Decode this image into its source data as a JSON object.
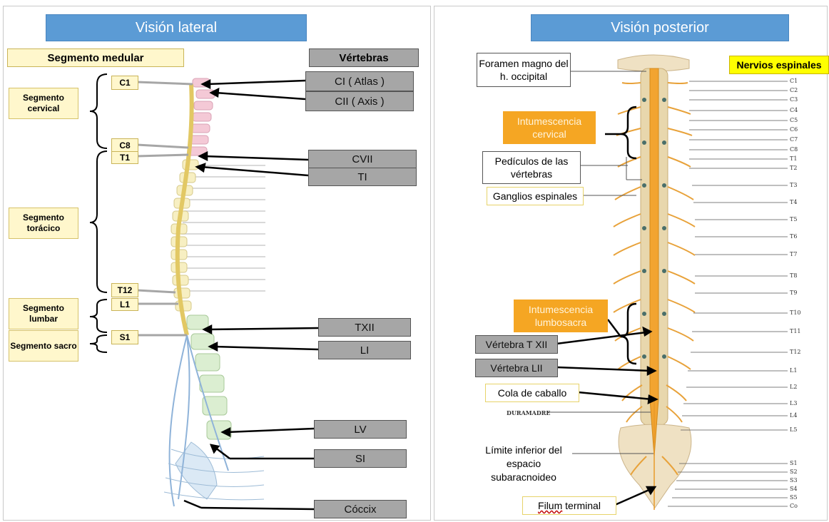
{
  "lateral": {
    "title": "Visión lateral",
    "segment_header": "Segmento medular",
    "vertebrae_header": "Vértebras",
    "segments": {
      "cervical": "Segmento cervical",
      "toracico": "Segmento torácico",
      "lumbar": "Segmento lumbar",
      "sacro": "Segmento sacro"
    },
    "levels": {
      "c1": "C1",
      "c8": "C8",
      "t1": "T1",
      "t12": "T12",
      "l1": "L1",
      "s1": "S1"
    },
    "vertebrae": {
      "atlas": "CI  ( Atlas )",
      "axis": "CII  ( Axis )",
      "cvii": "CVII",
      "ti": "TI",
      "txii": "TXII",
      "li": "LI",
      "lv": "LV",
      "si": "SI",
      "coccix": "Cóccix"
    }
  },
  "posterior": {
    "title": "Visión  posterior",
    "nerves_header": "Nervios espinales",
    "labels": {
      "foramen": "Foramen magno del h. occipital",
      "int_cervical": "Intumescencia cervical",
      "pediculos": "Pedículos  de las vértebras",
      "ganglios": "Ganglios espinales",
      "int_lumbosacra": "Intumescencia lumbosacra",
      "txii": "Vértebra  T XII",
      "lii": "Vértebra  LII",
      "cola": "Cola de caballo",
      "duramadre": "DURAMADRE",
      "limite": "Límite inferior del espacio subaracnoideo",
      "filum_word": "Filum",
      "filum_rest": " terminal"
    },
    "nerves": [
      "C1",
      "C2",
      "C3",
      "C4",
      "C5",
      "C6",
      "C7",
      "C8",
      "T1",
      "T2",
      "T3",
      "T4",
      "T5",
      "T6",
      "T7",
      "T8",
      "T9",
      "T10",
      "T11",
      "T12",
      "L1",
      "L2",
      "L3",
      "L4",
      "L5",
      "S1",
      "S2",
      "S3",
      "S4",
      "S5",
      "Co"
    ]
  },
  "colors": {
    "title_bg": "#5b9bd5",
    "label_yellow": "#fff7cc",
    "orange": "#f5a623",
    "gray_box": "#a6a6a6",
    "header_yellow": "#ffff00"
  }
}
